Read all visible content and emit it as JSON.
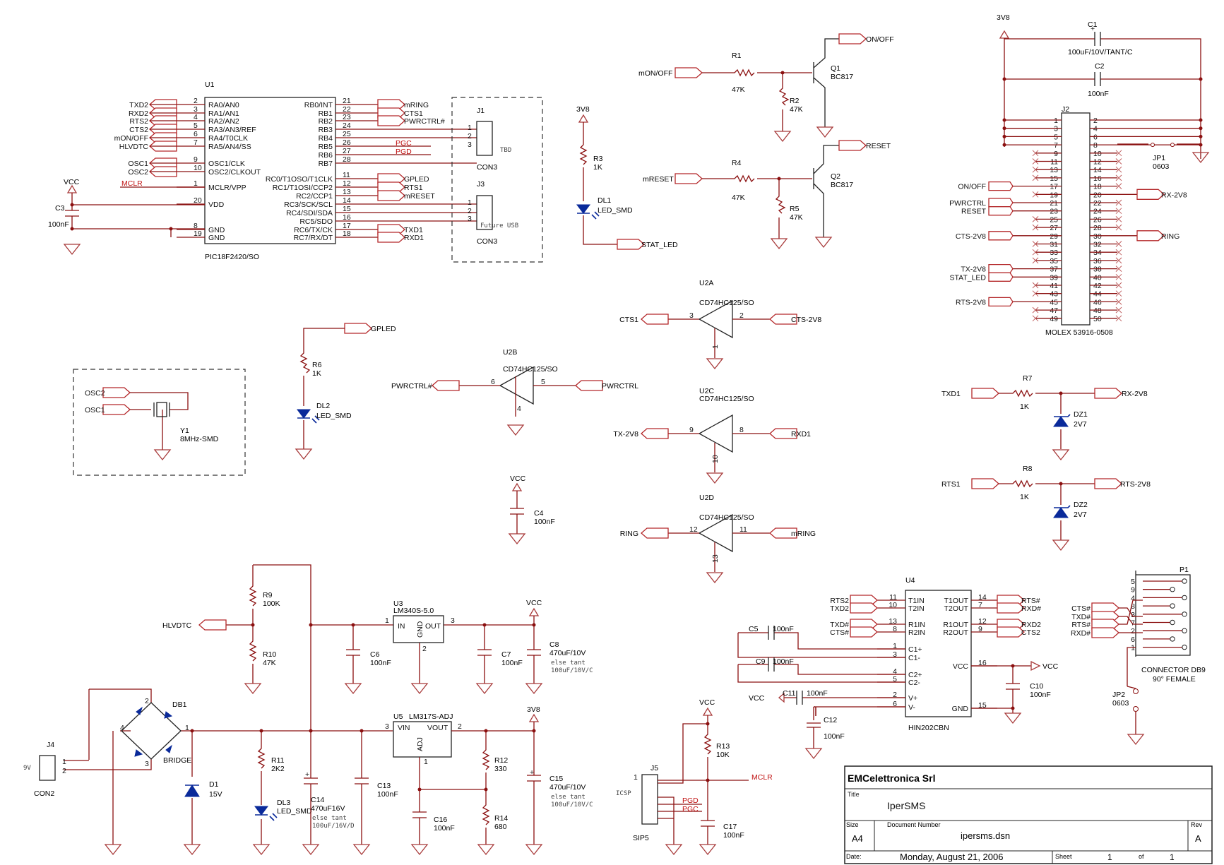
{
  "u1": {
    "ref": "U1",
    "part": "PIC18F2420/SO",
    "left_pins": [
      [
        "2",
        "RA0/AN0",
        "TXD2"
      ],
      [
        "3",
        "RA1/AN1",
        "RXD2"
      ],
      [
        "4",
        "RA2/AN2",
        "RTS2"
      ],
      [
        "5",
        "RA3/AN3/REF",
        "CTS2"
      ],
      [
        "6",
        "RA4/T0CLK",
        "mON/OFF"
      ],
      [
        "7",
        "RA5/AN4/SS",
        "HLVDTC"
      ],
      [
        "9",
        "OSC1/CLK",
        "OSC1"
      ],
      [
        "10",
        "OSC2/CLKOUT",
        "OSC2"
      ],
      [
        "1",
        "MCLR/VPP",
        "MCLR"
      ],
      [
        "20",
        "VDD",
        ""
      ],
      [
        "8",
        "GND",
        ""
      ],
      [
        "19",
        "GND",
        ""
      ]
    ],
    "right_pins": [
      [
        "21",
        "RB0/INT",
        "mRING"
      ],
      [
        "22",
        "RB1",
        "CTS1"
      ],
      [
        "23",
        "RB2",
        "PWRCTRL#"
      ],
      [
        "24",
        "RB3",
        ""
      ],
      [
        "25",
        "RB4",
        ""
      ],
      [
        "26",
        "RB5",
        "PGC"
      ],
      [
        "27",
        "RB6",
        "PGD"
      ],
      [
        "28",
        "RB7",
        ""
      ],
      [
        "11",
        "RC0/T1OSO/T1CLK",
        "GPLED"
      ],
      [
        "12",
        "RC1/T1OSI/CCP2",
        "RTS1"
      ],
      [
        "13",
        "RC2/CCP1",
        "mRESET"
      ],
      [
        "14",
        "RC3/SCK/SCL",
        ""
      ],
      [
        "15",
        "RC4/SDI/SDA",
        ""
      ],
      [
        "16",
        "RC5/SDO",
        ""
      ],
      [
        "17",
        "RC6/TX/CK",
        "TXD1"
      ],
      [
        "18",
        "RC7/RX/DT",
        "RXD1"
      ]
    ]
  },
  "j1": {
    "ref": "J1",
    "part": "CON3",
    "note": "TBD",
    "pins": [
      "1",
      "2",
      "3"
    ]
  },
  "j3": {
    "ref": "J3",
    "part": "CON3",
    "note": "Future USB",
    "pins": [
      "1",
      "2",
      "3"
    ]
  },
  "r3": {
    "ref": "R3",
    "val": "1K"
  },
  "dl1": {
    "ref": "DL1",
    "val": "LED_SMD"
  },
  "stat_led": "STAT_LED",
  "v3v8": "3V8",
  "vcc": "VCC",
  "c3": {
    "ref": "C3",
    "val": "100nF"
  },
  "y1": {
    "ref": "Y1",
    "val": "8MHz-SMD",
    "n1": "OSC2",
    "n2": "OSC1"
  },
  "r6": {
    "ref": "R6",
    "val": "1K"
  },
  "dl2": {
    "ref": "DL2",
    "val": "LED_SMD"
  },
  "gpled": "GPLED",
  "u2b": {
    "ref": "U2B",
    "part": "CD74HC125/SO",
    "in": "PWRCTRL",
    "out": "PWRCTRL#",
    "pin_in": "5",
    "pin_out": "6",
    "pin_oe": "4"
  },
  "c4": {
    "ref": "C4",
    "val": "100nF"
  },
  "q1": {
    "ref": "Q1",
    "val": "BC817",
    "in": "mON/OFF",
    "out": "ON/OFF"
  },
  "r1": {
    "ref": "R1",
    "val": "47K"
  },
  "r2": {
    "ref": "R2",
    "val": "47K"
  },
  "q2": {
    "ref": "Q2",
    "val": "BC817",
    "in": "mRESET",
    "out": "RESET"
  },
  "r4": {
    "ref": "R4",
    "val": "47K"
  },
  "r5": {
    "ref": "R5",
    "val": "47K"
  },
  "u2a": {
    "ref": "U2A",
    "part": "CD74HC125/SO",
    "in": "CTS-2V8",
    "out": "CTS1",
    "pin_in": "2",
    "pin_out": "3",
    "pin_oe": "1"
  },
  "u2c": {
    "ref": "U2C",
    "part": "CD74HC125/SO",
    "in": "RXD1",
    "out": "TX-2V8",
    "pin_in": "8",
    "pin_out": "9",
    "pin_oe": "10"
  },
  "u2d": {
    "ref": "U2D",
    "part": "CD74HC125/SO",
    "in": "mRING",
    "out": "RING",
    "pin_in": "11",
    "pin_out": "12",
    "pin_oe": "13"
  },
  "c1": {
    "ref": "C1",
    "val": "100uF/10V/TANT/C"
  },
  "c2": {
    "ref": "C2",
    "val": "100nF"
  },
  "j2": {
    "ref": "J2",
    "part": "MOLEX 53916-0508"
  },
  "j2_nets": [
    [
      "ON/OFF",
      "17"
    ],
    [
      "PWRCTRL",
      "21"
    ],
    [
      "RESET",
      "23"
    ],
    [
      "CTS-2V8",
      "29"
    ],
    [
      "TX-2V8",
      "37"
    ],
    [
      "STAT_LED",
      "39"
    ],
    [
      "RTS-2V8",
      "45"
    ],
    [
      "RX-2V8",
      "20"
    ],
    [
      "RING",
      "30"
    ]
  ],
  "jp1": {
    "ref": "JP1",
    "val": "0603"
  },
  "r7": {
    "ref": "R7",
    "val": "1K",
    "a": "TXD1",
    "b": "RX-2V8"
  },
  "dz1": {
    "ref": "DZ1",
    "val": "2V7"
  },
  "r8": {
    "ref": "R8",
    "val": "1K",
    "a": "RTS1",
    "b": "RTS-2V8"
  },
  "dz2": {
    "ref": "DZ2",
    "val": "2V7"
  },
  "u4": {
    "ref": "U4",
    "part": "HIN202CBN",
    "left": [
      [
        "11",
        "T1IN",
        "RTS2"
      ],
      [
        "10",
        "T2IN",
        "TXD2"
      ],
      [
        "13",
        "R1IN",
        "TXD#"
      ],
      [
        "8",
        "R2IN",
        "CTS#"
      ],
      [
        "1",
        "C1+",
        ""
      ],
      [
        "3",
        "C1-",
        ""
      ],
      [
        "4",
        "C2+",
        ""
      ],
      [
        "5",
        "C2-",
        ""
      ],
      [
        "2",
        "V+",
        "VCC"
      ],
      [
        "6",
        "V-",
        ""
      ]
    ],
    "right": [
      [
        "14",
        "T1OUT",
        "RTS#"
      ],
      [
        "7",
        "T2OUT",
        "RXD#"
      ],
      [
        "12",
        "R1OUT",
        "RXD2"
      ],
      [
        "9",
        "R2OUT",
        "CTS2"
      ],
      [
        "16",
        "VCC",
        "VCC"
      ],
      [
        "15",
        "GND",
        ""
      ]
    ]
  },
  "c5": {
    "ref": "C5",
    "val": "100nF"
  },
  "c9": {
    "ref": "C9",
    "val": "100nF"
  },
  "c10": {
    "ref": "C10",
    "val": "100nF"
  },
  "c11": {
    "ref": "C11",
    "val": "100nF"
  },
  "c12": {
    "ref": "C12",
    "val": "100nF"
  },
  "p1": {
    "ref": "P1",
    "part": "CONNECTOR DB9",
    "part2": "90° FEMALE",
    "pins": [
      "5",
      "9",
      "4",
      "8",
      "3",
      "7",
      "2",
      "6",
      "1"
    ],
    "nets": [
      "CTS#",
      "TXD#",
      "RTS#",
      "RXD#"
    ]
  },
  "jp2": {
    "ref": "JP2",
    "val": "0603"
  },
  "r9": {
    "ref": "R9",
    "val": "100K"
  },
  "r10": {
    "ref": "R10",
    "val": "47K"
  },
  "hlvdtc": "HLVDTC",
  "u3": {
    "ref": "U3",
    "part": "LM340S-5.0",
    "in": "IN",
    "gnd": "GND",
    "out": "OUT",
    "p1": "1",
    "p2": "2",
    "p3": "3"
  },
  "c6": {
    "ref": "C6",
    "val": "100nF"
  },
  "c7": {
    "ref": "C7",
    "val": "100nF"
  },
  "c8": {
    "ref": "C8",
    "val": "470uF/10V",
    "n1": "else tant",
    "n2": "100uF/10V/C"
  },
  "db1": {
    "ref": "DB1",
    "val": "BRIDGE"
  },
  "j4": {
    "ref": "J4",
    "val": "CON2",
    "note": "9V"
  },
  "d1": {
    "ref": "D1",
    "val": "15V"
  },
  "r11": {
    "ref": "R11",
    "val": "2K2"
  },
  "dl3": {
    "ref": "DL3",
    "val": "LED_SMD"
  },
  "c14": {
    "ref": "C14",
    "val": "470uF16V",
    "n1": "else tant",
    "n2": "100uF/16V/D"
  },
  "c13": {
    "ref": "C13",
    "val": "100nF"
  },
  "u5": {
    "ref": "U5",
    "part": "LM317S-ADJ",
    "in": "VIN",
    "out": "VOUT",
    "adj": "ADJ",
    "p1": "1",
    "p2": "2",
    "p3": "3"
  },
  "c16": {
    "ref": "C16",
    "val": "100nF"
  },
  "r12": {
    "ref": "R12",
    "val": "330"
  },
  "r14": {
    "ref": "R14",
    "val": "680"
  },
  "c15": {
    "ref": "C15",
    "val": "470uF/10V",
    "n1": "else tant",
    "n2": "100uF/10V/C"
  },
  "j5": {
    "ref": "J5",
    "val": "SIP5",
    "note": "ICSP",
    "pin": "1"
  },
  "r13": {
    "ref": "R13",
    "val": "10K"
  },
  "c17": {
    "ref": "C17",
    "val": "100nF"
  },
  "mclr": "MCLR",
  "pgd": "PGD",
  "pgc": "PGC",
  "title": {
    "company": "EMCelettronica Srl",
    "title_lbl": "Title",
    "title": "IperSMS",
    "size_lbl": "Size",
    "size": "A4",
    "doc_lbl": "Document Number",
    "doc": "ipersms.dsn",
    "rev_lbl": "Rev",
    "rev": "A",
    "date_lbl": "Date:",
    "date": "Monday, August 21, 2006",
    "sheet_lbl": "Sheet",
    "sheet": "1",
    "of_lbl": "of",
    "of": "1"
  }
}
